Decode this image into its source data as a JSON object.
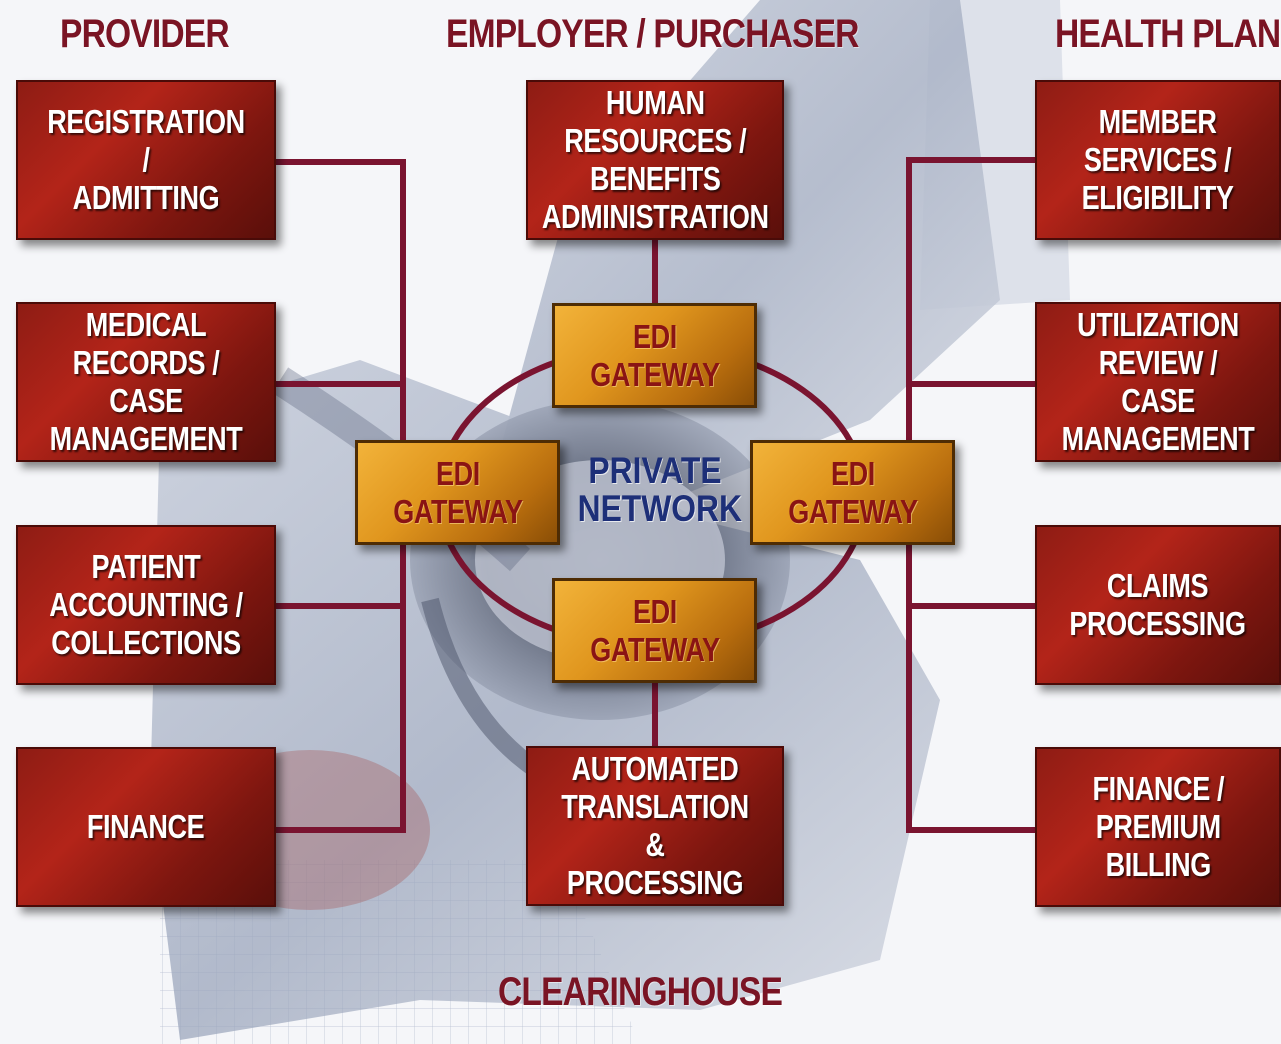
{
  "sections": {
    "provider": "PROVIDER",
    "employer": "EMPLOYER / PURCHASER",
    "health_plan": "HEALTH PLAN",
    "clearinghouse": "CLEARINGHOUSE"
  },
  "provider_boxes": [
    "REGISTRATION /\nADMITTING",
    "MEDICAL\nRECORDS / CASE\nMANAGEMENT",
    "PATIENT\nACCOUNTING /\nCOLLECTIONS",
    "FINANCE"
  ],
  "employer_box": "HUMAN\nRESOURCES /\nBENEFITS\nADMINISTRATION",
  "clearinghouse_box": "AUTOMATED\nTRANSLATION &\nPROCESSING",
  "health_plan_boxes": [
    "MEMBER\nSERVICES /\nELIGIBILITY",
    "UTILIZATION\nREVIEW / CASE\nMANAGEMENT",
    "CLAIMS\nPROCESSING",
    "FINANCE /\nPREMIUM\nBILLING"
  ],
  "gateways": {
    "top": "EDI\nGATEWAY",
    "left": "EDI\nGATEWAY",
    "right": "EDI\nGATEWAY",
    "bottom": "EDI\nGATEWAY"
  },
  "center": "PRIVATE\nNETWORK",
  "colors": {
    "title": "#7a1424",
    "department_box": "#a3201a",
    "gateway_box": "#e0961e",
    "gateway_text": "#8a1414",
    "center_text": "#1d2f78",
    "connector": "#7a1430"
  }
}
